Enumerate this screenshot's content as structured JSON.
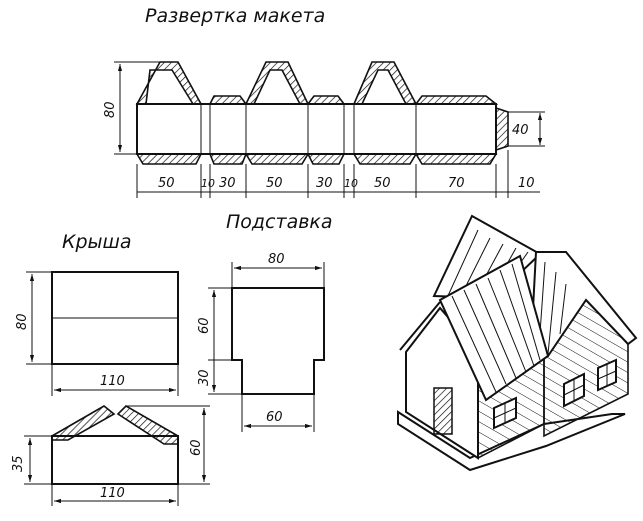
{
  "titles": {
    "layout": "Развертка макета",
    "roof": "Крыша",
    "stand": "Подставка"
  },
  "unfold_dims": {
    "height": "80",
    "tab_height": "40",
    "segments": [
      "50",
      "10",
      "30",
      "50",
      "30",
      "10",
      "50",
      "70",
      "10"
    ]
  },
  "roof_dims": {
    "height": "80",
    "width": "110",
    "side_height": "35",
    "peak_height": "60",
    "side_width": "110"
  },
  "stand_dims": {
    "top_width": "80",
    "upper_height": "60",
    "lower_height": "30",
    "bottom_width": "60"
  }
}
